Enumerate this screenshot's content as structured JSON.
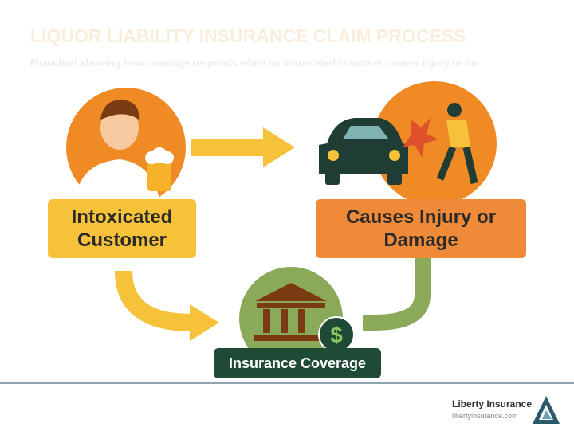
{
  "header": {
    "title": "LIQUOR LIABILITY INSURANCE CLAIM PROCESS",
    "subtitle": "Flowchart showing how coverage responds when an intoxicated customer causes injury or da-"
  },
  "steps": [
    {
      "label": "Intoxicated Customer",
      "icon": "drinking-man-icon"
    },
    {
      "label": "Causes Injury or Damage",
      "icon": "car-crash-icon"
    },
    {
      "label": "Insurance Coverage",
      "icon": "bank-dollar-icon"
    }
  ],
  "footer": {
    "brand": "Liberty Insurance",
    "url": "libertyinsurance.com"
  },
  "colors": {
    "orange": "#ef8a38",
    "yellow": "#f6c23a",
    "green": "#8aaa5a",
    "dark_green": "#1f4a35"
  }
}
